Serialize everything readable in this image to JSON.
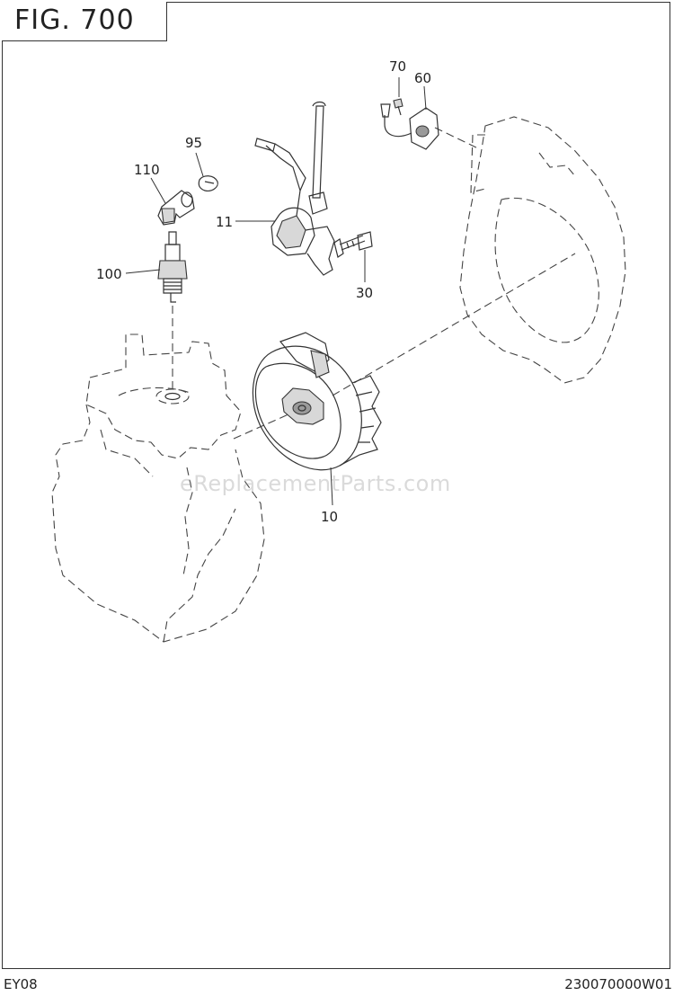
{
  "figure": {
    "title": "FIG. 700",
    "model": "EY08",
    "drawing_number": "230070000W01",
    "watermark": "eReplacementParts.com"
  },
  "callouts": [
    {
      "id": "part-70",
      "label": "70"
    },
    {
      "id": "part-60",
      "label": "60"
    },
    {
      "id": "part-95",
      "label": "95"
    },
    {
      "id": "part-110",
      "label": "110"
    },
    {
      "id": "part-11",
      "label": "11"
    },
    {
      "id": "part-100",
      "label": "100"
    },
    {
      "id": "part-30",
      "label": "30"
    },
    {
      "id": "part-10",
      "label": "10"
    }
  ]
}
